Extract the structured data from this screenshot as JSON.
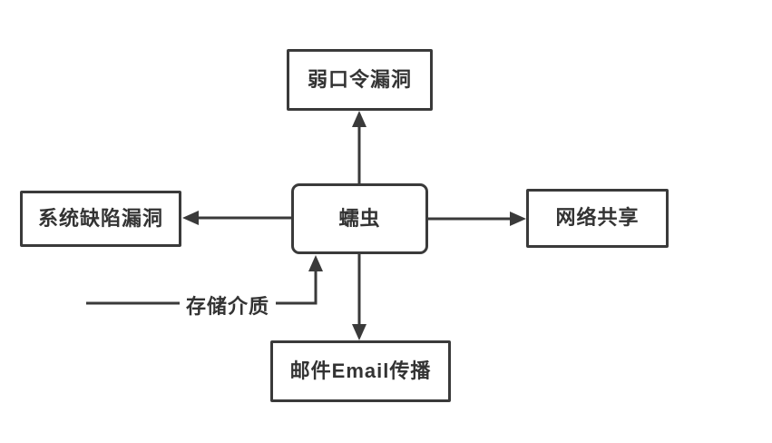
{
  "diagram": {
    "type": "concept-map",
    "topic": "worm-propagation-vectors",
    "colors": {
      "stroke": "#3a3a3a",
      "text": "#333333",
      "background": "#ffffff"
    },
    "nodes": {
      "center": {
        "label": "蠕虫",
        "shape": "rounded-rect"
      },
      "top": {
        "label": "弱口令漏洞",
        "shape": "rect"
      },
      "left": {
        "label": "系统缺陷漏洞",
        "shape": "rect"
      },
      "right": {
        "label": "网络共享",
        "shape": "rect"
      },
      "bottom": {
        "label": "邮件Email传播",
        "shape": "rect"
      },
      "storage": {
        "label": "存储介质",
        "shape": "line-label"
      }
    },
    "edges": [
      {
        "from": "蠕虫",
        "to": "弱口令漏洞",
        "direction": "up",
        "arrowhead": "to"
      },
      {
        "from": "蠕虫",
        "to": "系统缺陷漏洞",
        "direction": "left",
        "arrowhead": "to"
      },
      {
        "from": "蠕虫",
        "to": "网络共享",
        "direction": "right",
        "arrowhead": "to"
      },
      {
        "from": "蠕虫",
        "to": "邮件Email传播",
        "direction": "down",
        "arrowhead": "to"
      },
      {
        "from": "存储介质",
        "to": "蠕虫",
        "direction": "up",
        "arrowhead": "to"
      }
    ]
  }
}
